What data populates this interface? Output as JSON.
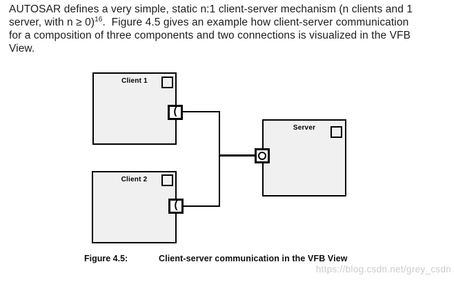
{
  "paragraph": {
    "line1": "AUTOSAR defines a very simple, static n:1 client-server mechanism (n clients and 1",
    "line2_pre": "server, with n ≥ 0)",
    "superscript": "16",
    "line2_post": ".  Figure 4.5 gives an example how client-server communication",
    "line3": "for a composition of three components and two connections is visualized in the VFB",
    "line4": "View."
  },
  "diagram": {
    "components": [
      {
        "id": "client1",
        "label": "Client 1"
      },
      {
        "id": "client2",
        "label": "Client 2"
      },
      {
        "id": "server",
        "label": "Server"
      }
    ],
    "ports": {
      "client_require_port_glyph": "(",
      "server_provide_port_shape": "circle"
    },
    "colors": {
      "box_fill": "#f0f0f0",
      "box_border": "#000000",
      "connector": "#000000",
      "port_fill": "#ffffff"
    }
  },
  "caption": {
    "label": "Figure 4.5:",
    "text": "Client-server communication in the VFB View"
  },
  "watermark": {
    "text": "https://blog.csdn.net/grey_csdn",
    "color": "#cccccc"
  }
}
